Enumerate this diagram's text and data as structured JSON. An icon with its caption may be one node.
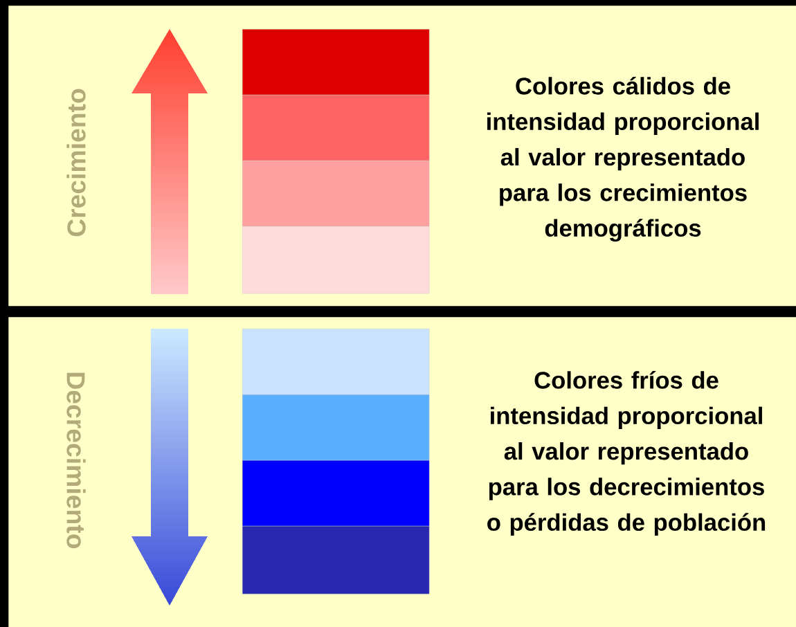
{
  "diagram": {
    "nodes": [
      {
        "text": [
          "Crecimiento",
          "Colores cálidos de intensidad proporcional al valor representado para los crecimientos demográficos"
        ]
      },
      {
        "text": [],
        "shape": "box",
        "in": 0
      },
      {
        "text": [],
        "shape": "box",
        "in": 0
      },
      {
        "text": [],
        "shape": "box",
        "in": 0
      },
      {
        "text": [],
        "shape": "box",
        "in": 0
      },
      {
        "text": [
          "Decrecimiento",
          "Colores fríos de intensidad proporcional al valor representado para los decrecimientos o pérdidas de población"
        ]
      },
      {
        "text": [],
        "shape": "box",
        "in": 5
      },
      {
        "text": [],
        "shape": "box",
        "in": 5
      },
      {
        "text": [],
        "shape": "box",
        "in": 5
      },
      {
        "text": [],
        "shape": "box",
        "in": 5
      }
    ]
  }
}
